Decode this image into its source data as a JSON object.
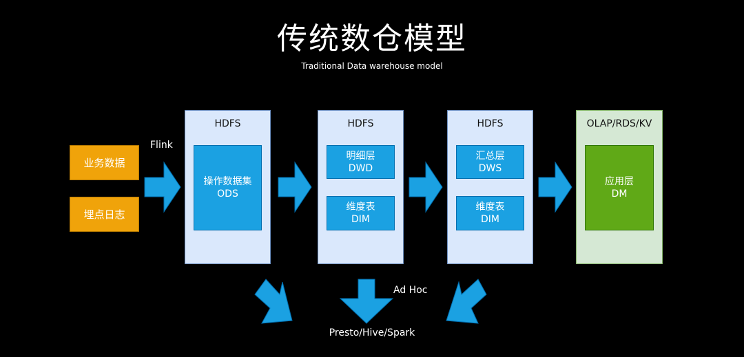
{
  "title": "传统数仓模型",
  "subtitle": "Traditional Data warehouse model",
  "sources": [
    "业务数据",
    "埋点日志"
  ],
  "flink_label": "Flink",
  "columns": [
    {
      "title": "HDFS",
      "boxes": [
        {
          "line1": "操作数据集",
          "line2": "ODS"
        }
      ]
    },
    {
      "title": "HDFS",
      "boxes": [
        {
          "line1": "明细层",
          "line2": "DWD"
        },
        {
          "line1": "维度表",
          "line2": "DIM"
        }
      ]
    },
    {
      "title": "HDFS",
      "boxes": [
        {
          "line1": "汇总层",
          "line2": "DWS"
        },
        {
          "line1": "维度表",
          "line2": "DIM"
        }
      ]
    }
  ],
  "olap": {
    "title": "OLAP/RDS/KV",
    "box": {
      "line1": "应用层",
      "line2": "DM"
    }
  },
  "adhoc_label": "Ad Hoc",
  "query_engine_label": "Presto/Hive/Spark",
  "colors": {
    "source_fill": "#f0a30a",
    "hdfs_fill": "#dae8fc",
    "inner_blue": "#1ba1e2",
    "olap_fill": "#d5e8d4",
    "inner_green": "#60a917",
    "arrow": "#1ba1e2"
  }
}
